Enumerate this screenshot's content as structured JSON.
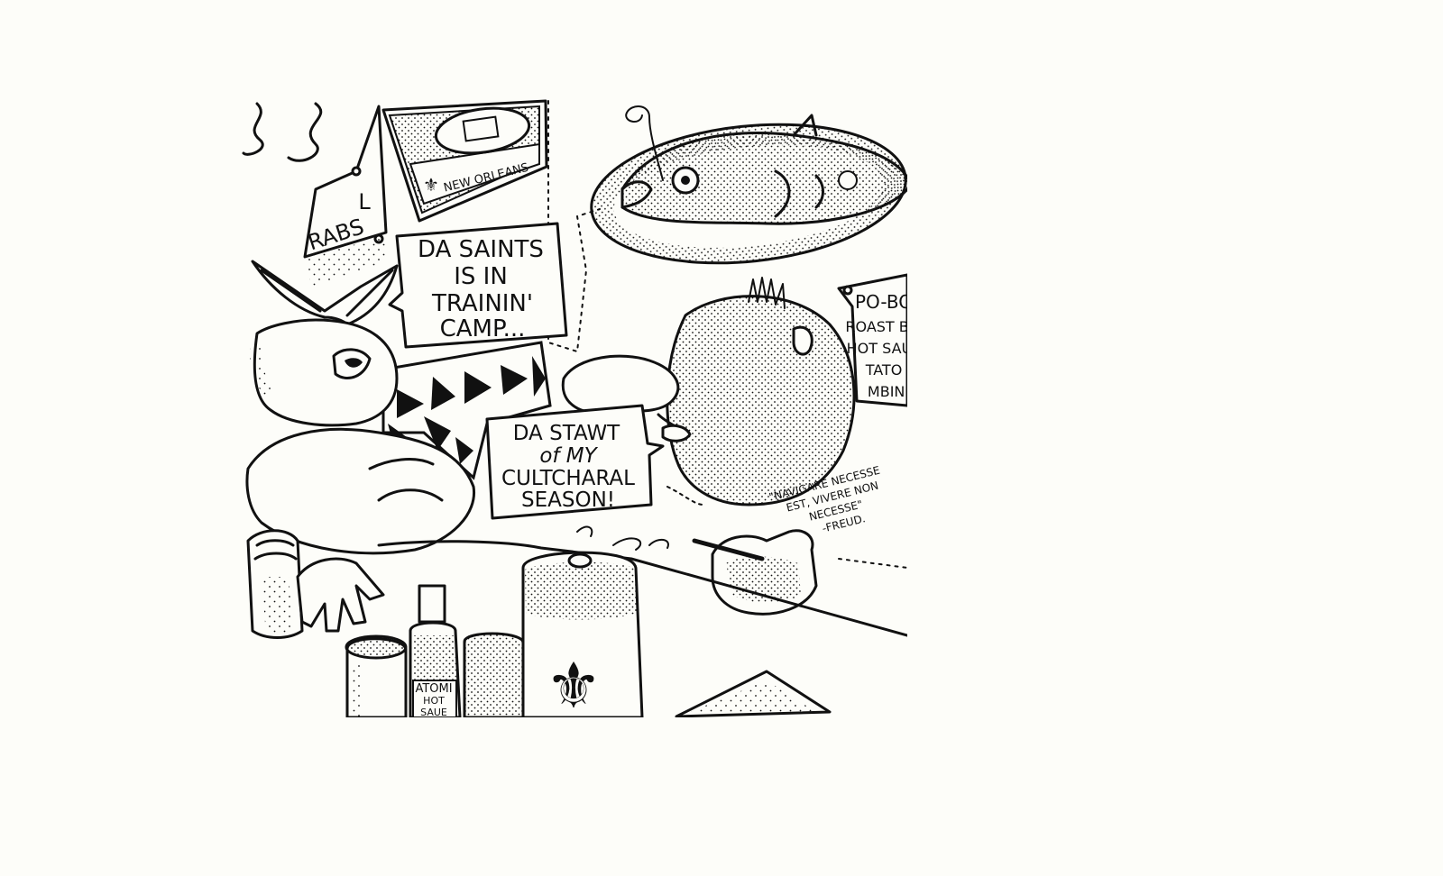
{
  "bubbles": {
    "saints": [
      "DA SAINTS",
      "IS IN",
      "TRAININ'",
      "CAMP..."
    ],
    "season": [
      "DA STAWT",
      "of MY",
      "CULTCHARAL",
      "SEASON!"
    ]
  },
  "signs": {
    "left_partial": [
      "L",
      "RABS"
    ],
    "pennant": "NEW ORLEANS",
    "menu": [
      "PO-BO",
      "ROAST BEI",
      "HOT SAUS",
      "TATO",
      "MBINI"
    ],
    "bottle": [
      "ATOMI",
      "HOT",
      "SAUE"
    ]
  },
  "quote": {
    "lines": [
      "\"NAVIGARE NECESSE",
      "EST, VIVERE NON",
      "NECESSE\"",
      "-FREUD."
    ]
  },
  "colors": {
    "ink": "#111111",
    "paper": "#fdfdf9"
  },
  "icons": [
    "fleur-de-lis-icon",
    "football-icon",
    "fish-icon"
  ]
}
